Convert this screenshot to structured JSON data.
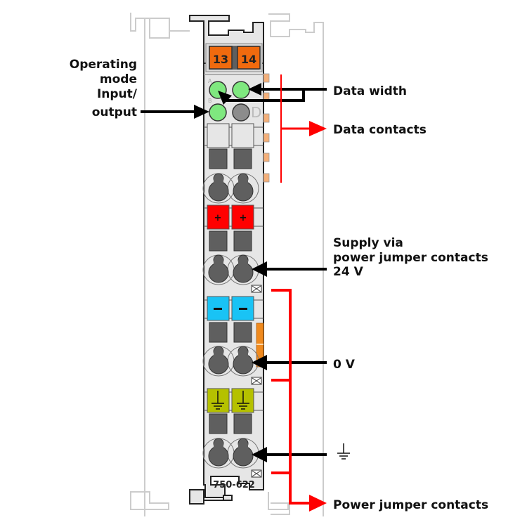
{
  "module": {
    "part_number": "750-622",
    "terminal_markers": [
      "13",
      "14"
    ],
    "leds": [
      {
        "id": "A",
        "color": "#7fe87f",
        "state": "on"
      },
      {
        "id": "C",
        "color": "#7fe87f",
        "state": "on"
      },
      {
        "id": "B",
        "color": "#7fe87f",
        "state": "on"
      },
      {
        "id": "D",
        "color": "#8c8c8c",
        "state": "off"
      }
    ],
    "terminal_rows": [
      {
        "name": "plus",
        "symbol": "+",
        "color": "#ff0000"
      },
      {
        "name": "minus",
        "symbol": "–",
        "color": "#19c3f5"
      },
      {
        "name": "ground",
        "symbol": "ground-symbol",
        "color": "#b5c100"
      }
    ]
  },
  "labels": {
    "operating_mode": [
      "Operating",
      "mode",
      "Input/",
      "output"
    ],
    "data_width": "Data width",
    "data_contacts": "Data contacts",
    "supply": [
      "Supply via",
      "power jumper contacts",
      "24 V"
    ],
    "zero_v": "0 V",
    "ground_symbol": "ground-icon",
    "power_jumper_contacts": "Power jumper contacts"
  },
  "colors": {
    "marker_orange": "#f06a0e",
    "housing_gray": "#e6e6e6",
    "dark_gray": "#5f5f5f",
    "contact_orange": "#f4b07a",
    "callout_red": "#ff0000",
    "callout_black": "#000000",
    "rail_outline": "#cccccc"
  }
}
